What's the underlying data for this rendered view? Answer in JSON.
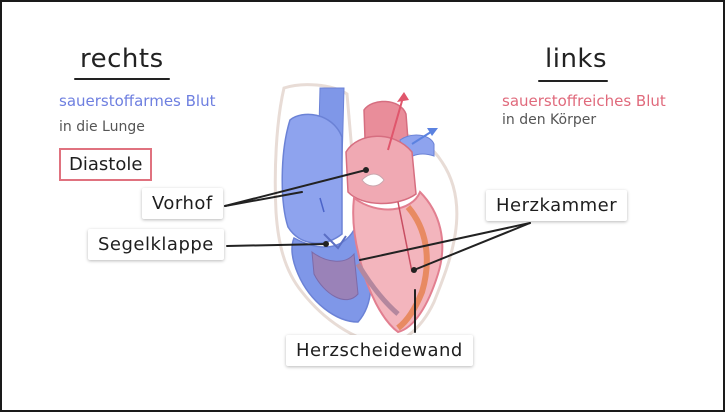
{
  "left": {
    "title": "rechts",
    "subtitle": "sauerstoffarmes Blut",
    "note": "in die Lunge",
    "phase": "Diastole"
  },
  "right": {
    "title": "links",
    "subtitle": "sauerstoffreiches Blut",
    "note": "in den Körper"
  },
  "labels": {
    "vorhof": "Vorhof",
    "segelklappe": "Segelklappe",
    "herzkammer": "Herzkammer",
    "herzscheidewand": "Herzscheidewand"
  },
  "colors": {
    "blue_text": "#6e7fe0",
    "red_text": "#e06a7c",
    "diastole_border": "#e0727f",
    "leader_lines": "#222222"
  }
}
